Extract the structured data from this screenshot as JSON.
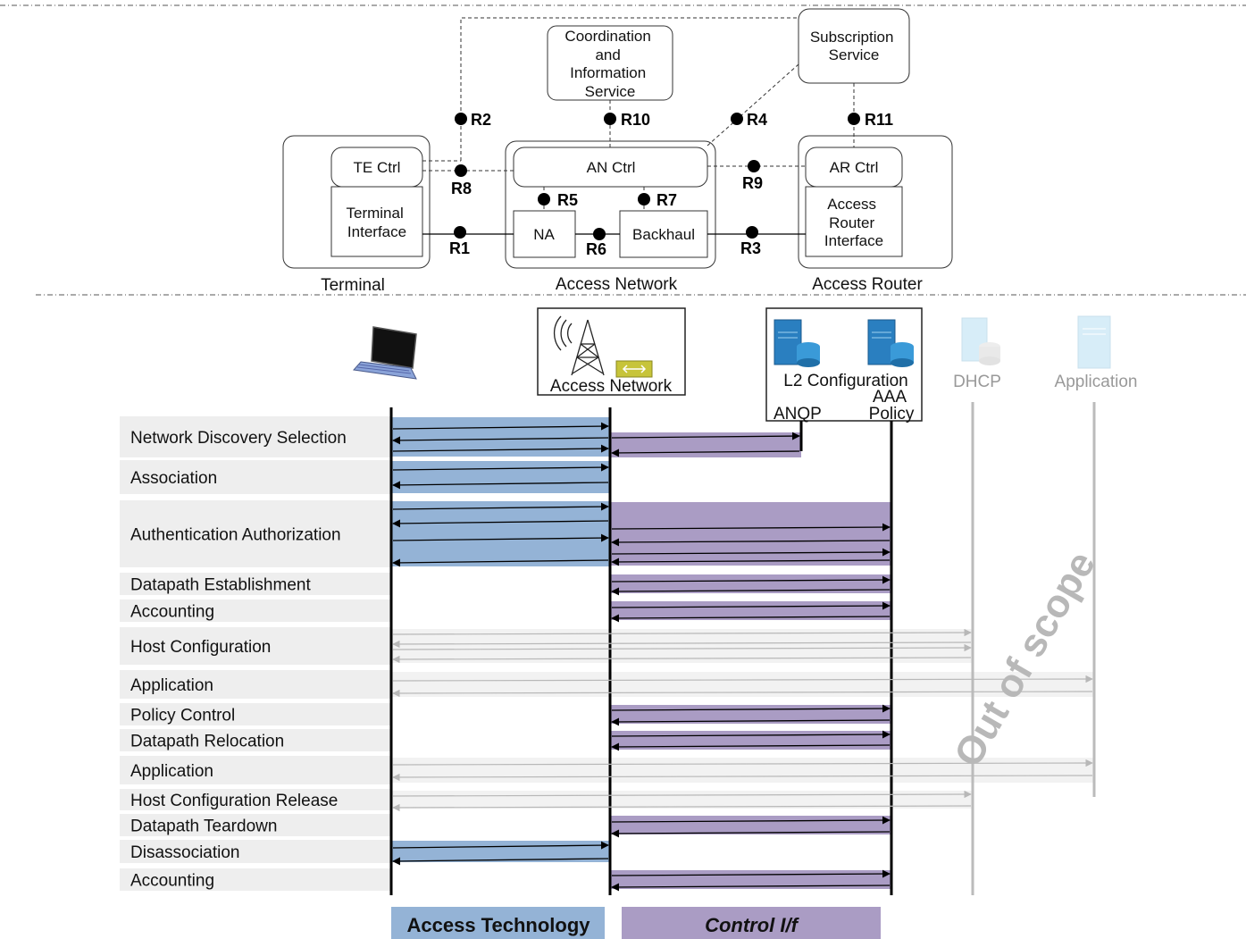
{
  "architecture": {
    "groups": [
      {
        "id": "terminal",
        "label": "Terminal"
      },
      {
        "id": "access_network",
        "label": "Access Network"
      },
      {
        "id": "access_router",
        "label": "Access Router"
      }
    ],
    "boxes": {
      "coord": [
        "Coordination",
        "and",
        "Information",
        "Service"
      ],
      "subscription": [
        "Subscription",
        "Service"
      ],
      "te_ctrl": [
        "TE Ctrl"
      ],
      "terminal_if": [
        "Terminal",
        "Interface"
      ],
      "an_ctrl": [
        "AN Ctrl"
      ],
      "na": [
        "NA"
      ],
      "backhaul": [
        "Backhaul"
      ],
      "ar_ctrl": [
        "AR Ctrl"
      ],
      "router_if": [
        "Access",
        "Router",
        "Interface"
      ]
    },
    "reference_points": [
      "R1",
      "R2",
      "R3",
      "R4",
      "R5",
      "R6",
      "R7",
      "R8",
      "R9",
      "R10",
      "R11"
    ]
  },
  "entities": {
    "access_network": "Access Network",
    "server_group": {
      "title": "L2 Configuration",
      "anqp": "ANQP",
      "aaa": "AAA",
      "policy": "Policy"
    },
    "dhcp": "DHCP",
    "application": "Application"
  },
  "rows": [
    {
      "label": "Network Discovery Selection"
    },
    {
      "label": "Association"
    },
    {
      "label": "Authentication Authorization"
    },
    {
      "label": "Datapath Establishment"
    },
    {
      "label": "Accounting"
    },
    {
      "label": "Host Configuration"
    },
    {
      "label": "Application"
    },
    {
      "label": "Policy Control"
    },
    {
      "label": "Datapath Relocation"
    },
    {
      "label": "Application"
    },
    {
      "label": "Host Configuration Release"
    },
    {
      "label": "Datapath Teardown"
    },
    {
      "label": "Disassociation"
    },
    {
      "label": "Accounting"
    }
  ],
  "watermark": "Out of scope",
  "legend": {
    "access_technology": "Access Technology",
    "control_if": "Control I/f"
  },
  "colors": {
    "blue": "#94b3d6",
    "purple": "#aa9cc4",
    "row_bg": "#eeeeee",
    "gray": "#bbbbbb"
  }
}
